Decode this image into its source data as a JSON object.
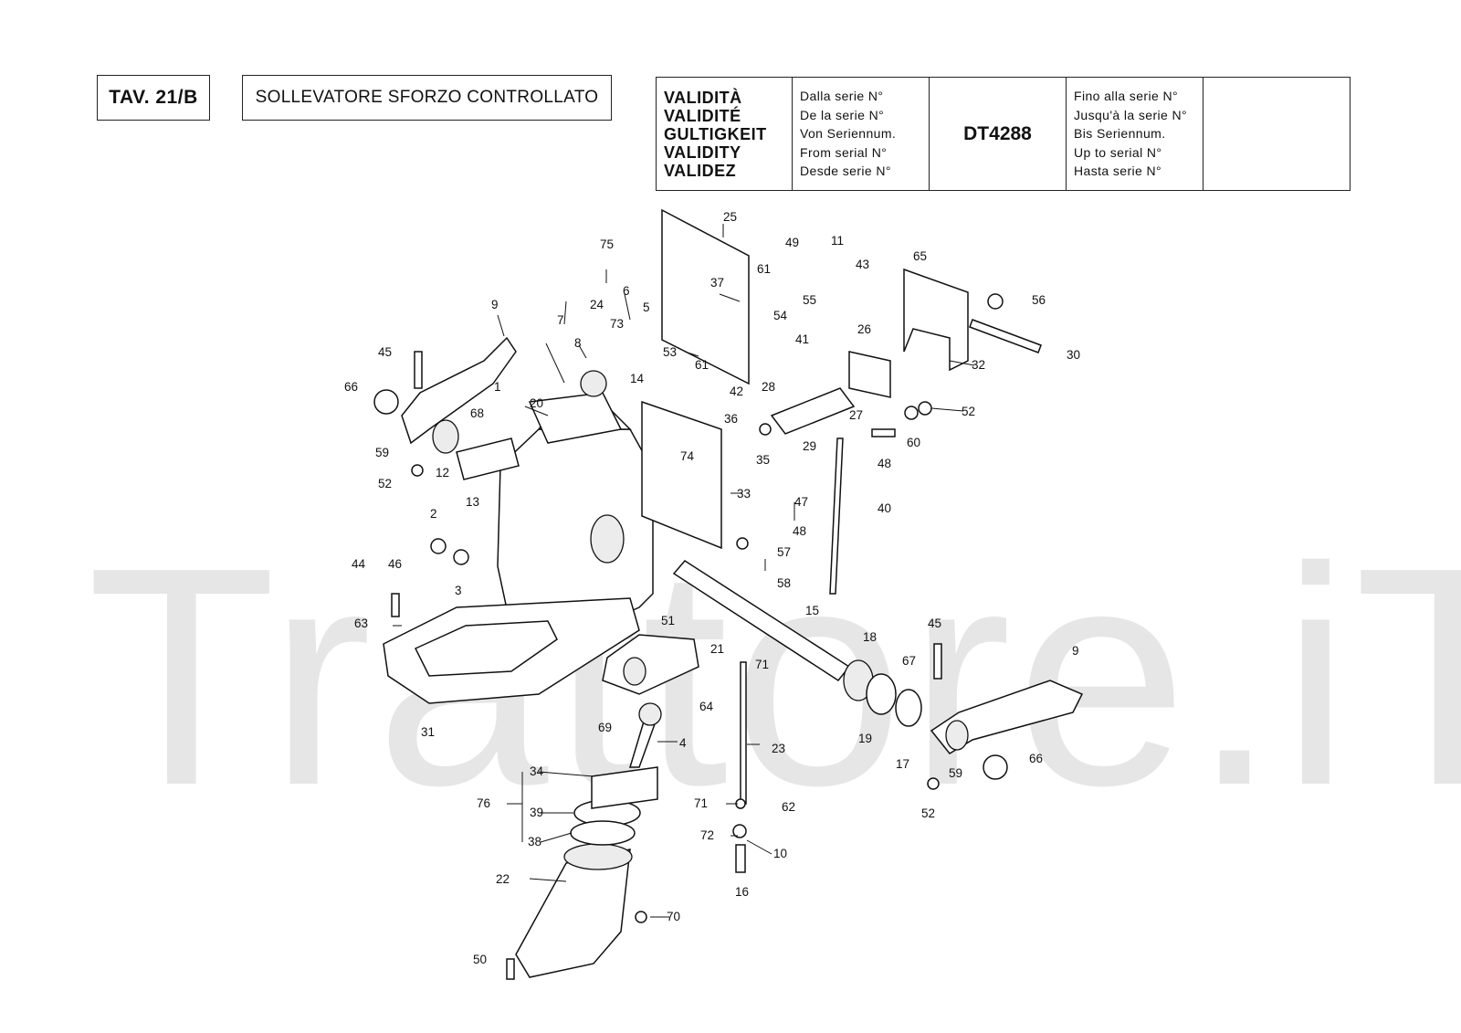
{
  "header": {
    "tav": "TAV. 21/B",
    "title": "SOLLEVATORE SFORZO CONTROLLATO"
  },
  "validity": {
    "labels": [
      "VALIDITÀ",
      "VALIDITÉ",
      "GULTIGKEIT",
      "VALIDITY",
      "VALIDEZ"
    ],
    "from": [
      "Dalla serie N°",
      "De la serie N°",
      "Von Seriennum.",
      "From serial N°",
      "Desde serie N°"
    ],
    "from_value": "DT4288",
    "to": [
      "Fino alla serie N°",
      "Jusqu'à la serie N°",
      "Bis Seriennum.",
      "Up to serial N°",
      "Hasta serie N°"
    ],
    "to_value": ""
  },
  "watermark": "Trattore.iT",
  "part_labels": [
    "1",
    "2",
    "3",
    "4",
    "5",
    "6",
    "7",
    "8",
    "9",
    "9",
    "10",
    "11",
    "12",
    "13",
    "14",
    "15",
    "16",
    "17",
    "18",
    "19",
    "20",
    "21",
    "22",
    "23",
    "24",
    "25",
    "26",
    "27",
    "28",
    "29",
    "30",
    "31",
    "32",
    "33",
    "34",
    "35",
    "36",
    "37",
    "38",
    "39",
    "40",
    "41",
    "42",
    "43",
    "44",
    "45",
    "45",
    "46",
    "47",
    "48",
    "48",
    "49",
    "50",
    "51",
    "52",
    "52",
    "52",
    "53",
    "54",
    "55",
    "56",
    "57",
    "58",
    "59",
    "59",
    "60",
    "61",
    "61",
    "62",
    "63",
    "64",
    "65",
    "66",
    "66",
    "67",
    "68",
    "69",
    "70",
    "71",
    "71",
    "72",
    "73",
    "74",
    "75",
    "76"
  ]
}
